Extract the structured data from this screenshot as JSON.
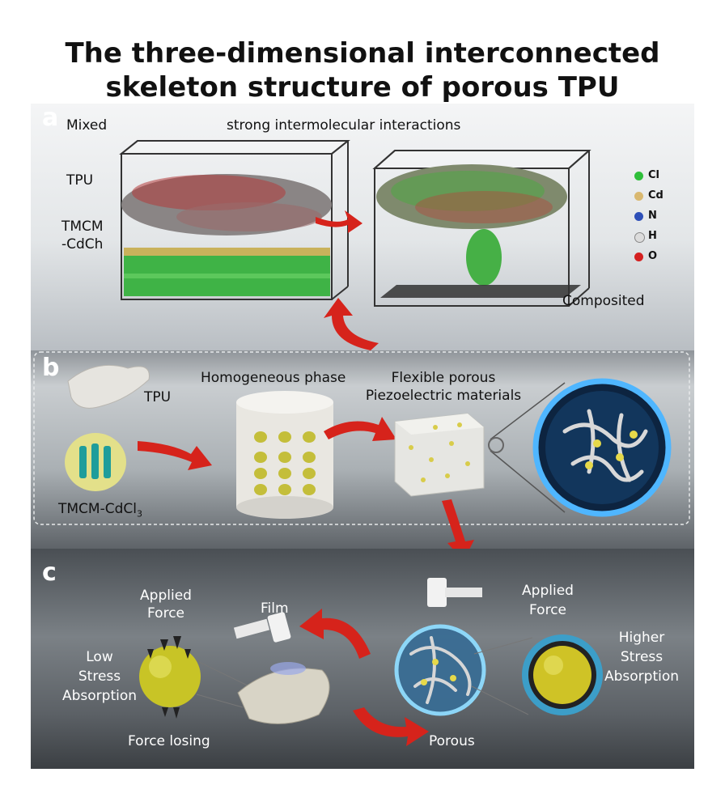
{
  "title": {
    "line1": "The three-dimensional interconnected",
    "line2": "skeleton structure of porous TPU"
  },
  "panel_a": {
    "letter": "a",
    "mixed": "Mixed",
    "interactions": "strong intermolecular interactions",
    "tpu": "TPU",
    "tmcm_line1": "TMCM",
    "tmcm_line2": "-CdCh",
    "composited": "Composited",
    "legend": [
      {
        "label": "Cl",
        "color": "#2fbf3a"
      },
      {
        "label": "Cd",
        "color": "#d9b870"
      },
      {
        "label": "N",
        "color": "#2d4fb8"
      },
      {
        "label": "H",
        "color": "#dcdcdc"
      },
      {
        "label": "O",
        "color": "#d42020"
      }
    ]
  },
  "panel_b": {
    "letter": "b",
    "tpu": "TPU",
    "homogeneous": "Homogeneous phase",
    "flexible_line1": "Flexible porous",
    "flexible_line2": "Piezoelectric materials",
    "tmcm": "TMCM-CdCl",
    "tmcm_sub": "3"
  },
  "panel_c": {
    "letter": "c",
    "applied_left_1": "Applied",
    "applied_left_2": "Force",
    "film": "Film",
    "low_1": "Low",
    "low_2": "Stress",
    "low_3": "Absorption",
    "force_losing": "Force losing",
    "porous": "Porous",
    "applied_right_1": "Applied",
    "applied_right_2": "Force",
    "higher_1": "Higher",
    "higher_2": "Stress",
    "higher_3": "Absorption"
  }
}
